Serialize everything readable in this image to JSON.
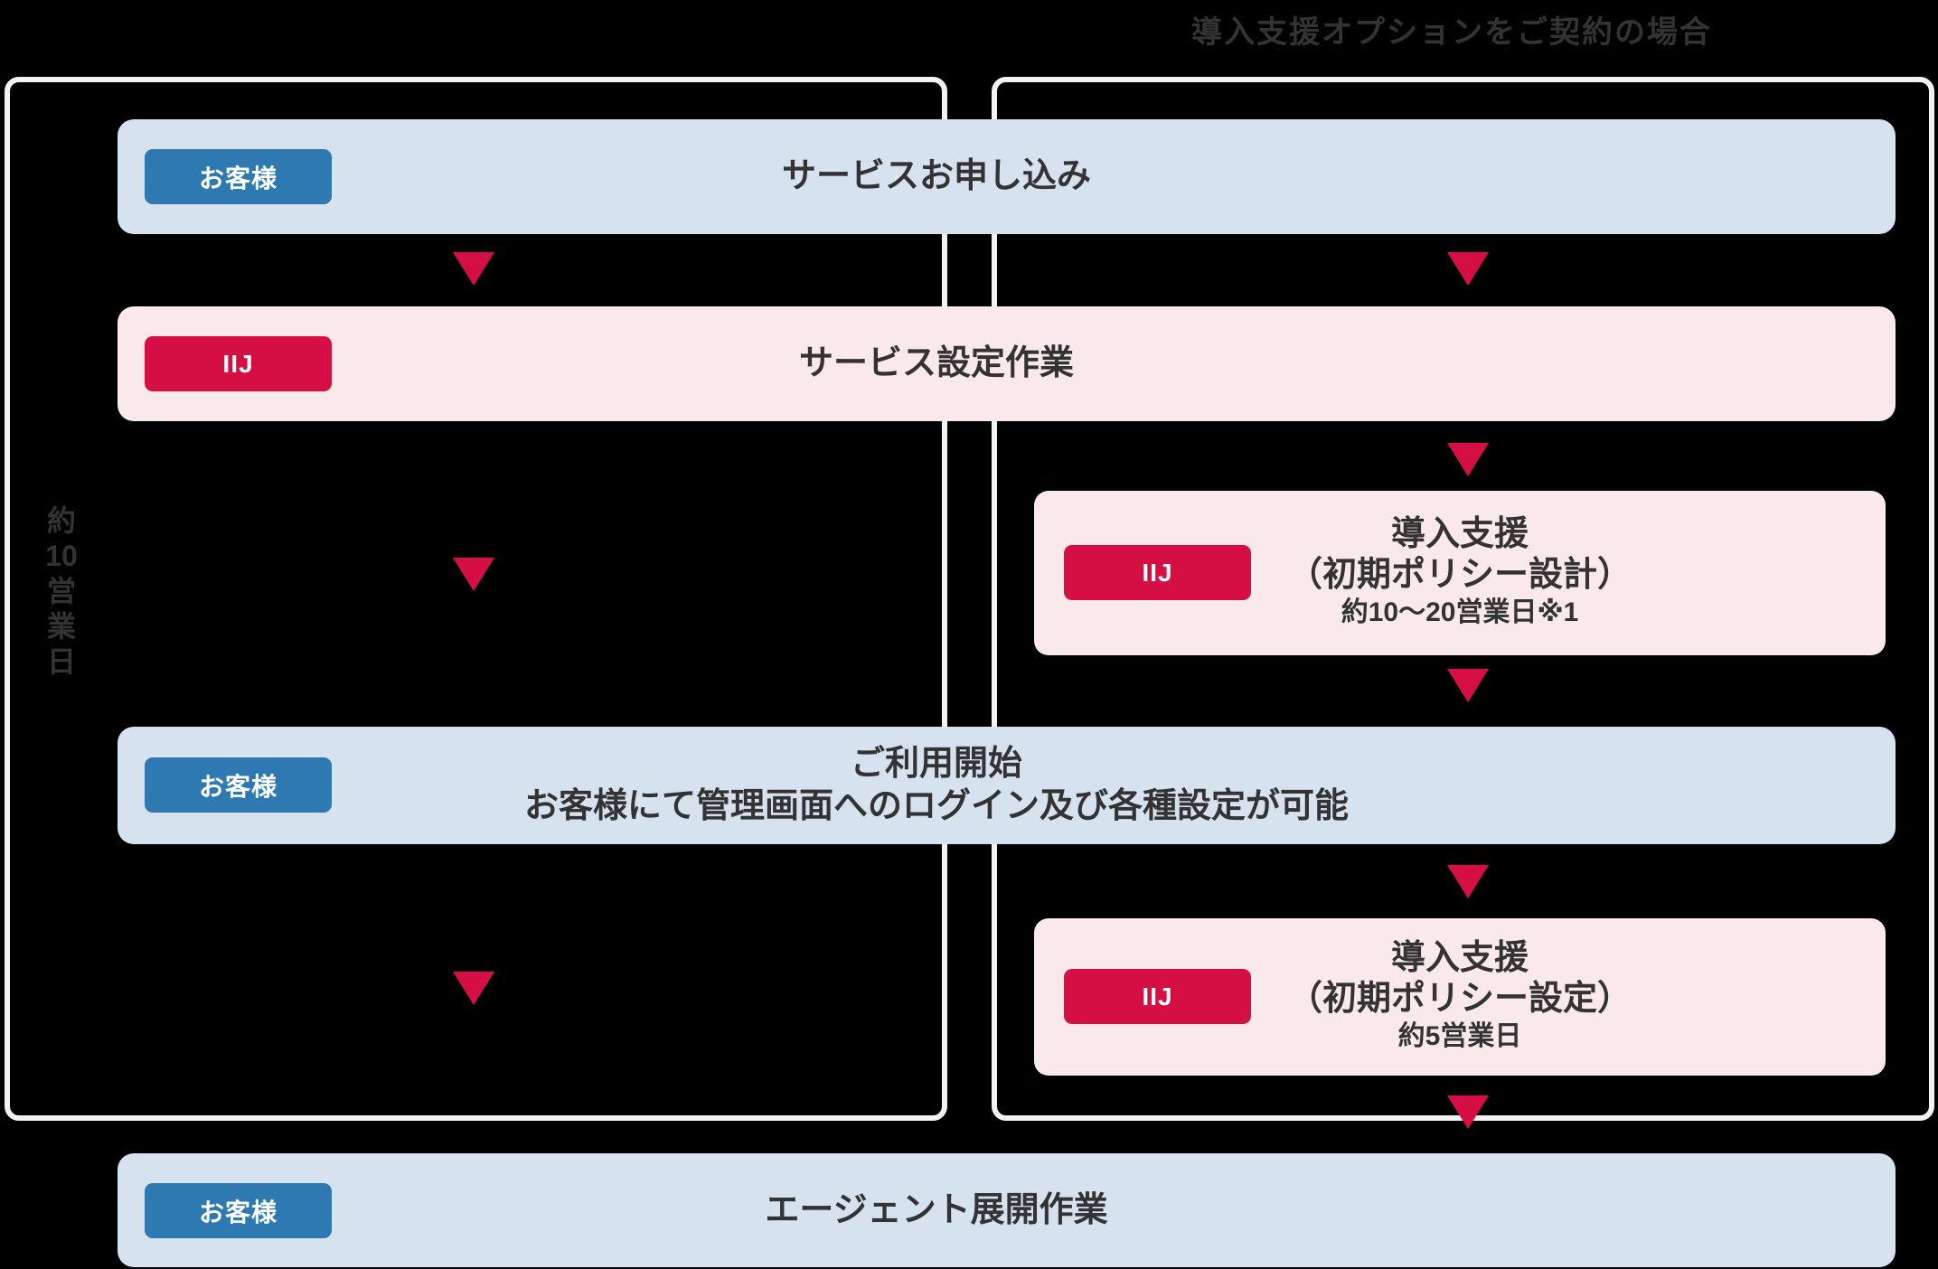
{
  "title": "導入支援オプションをご契約の場合",
  "side_label": {
    "line1": "約",
    "line2": "10",
    "line3": "営",
    "line4": "業",
    "line5": "日"
  },
  "badges": {
    "customer": "お客様",
    "iij": "IIJ"
  },
  "bars": {
    "apply": {
      "label": "サービスお申し込み"
    },
    "setup": {
      "label": "サービス設定作業"
    },
    "start": {
      "line1": "ご利用開始",
      "line2": "お客様にて管理画面へのログイン及び各種設定が可能"
    },
    "deploy": {
      "label": "エージェント展開作業"
    }
  },
  "boxes": {
    "design": {
      "line1": "導入支援",
      "line2": "（初期ポリシー設計）",
      "line3": "約10〜20営業日※1"
    },
    "config": {
      "line1": "導入支援",
      "line2": "（初期ポリシー設定）",
      "line3": "約5営業日"
    }
  },
  "colors": {
    "background": "#000000",
    "accent_red": "#d50f44",
    "badge_blue": "#2e79b2",
    "bar_blue": "#d6e3ee",
    "bar_pink": "#f9e9ea",
    "panel_border": "#f2f2f2",
    "text_dark": "#333333"
  }
}
